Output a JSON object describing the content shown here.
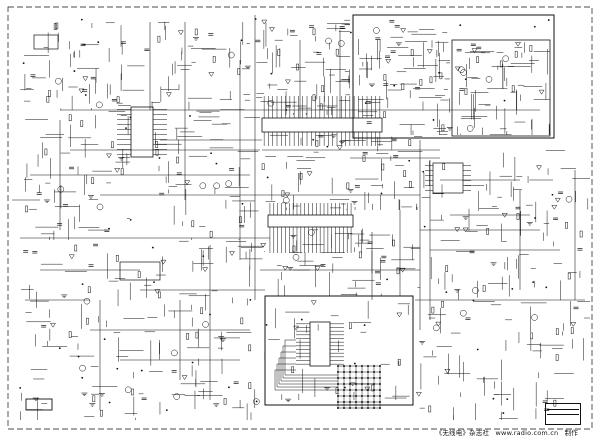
{
  "diagram": {
    "type": "circuit-schematic",
    "frame_style": "dashed",
    "sub_blocks": [
      "upper-right-block",
      "lower-center-block"
    ],
    "grid_matrix": {
      "rows": 8,
      "cols": 8
    }
  },
  "footer": {
    "publication": "《无线电》杂志社",
    "url": "www.radio.com.cn",
    "made_by": "制作"
  },
  "title_block": {
    "line1": "",
    "line2": ""
  },
  "colors": {
    "ink": "#111111",
    "paper": "#ffffff"
  }
}
